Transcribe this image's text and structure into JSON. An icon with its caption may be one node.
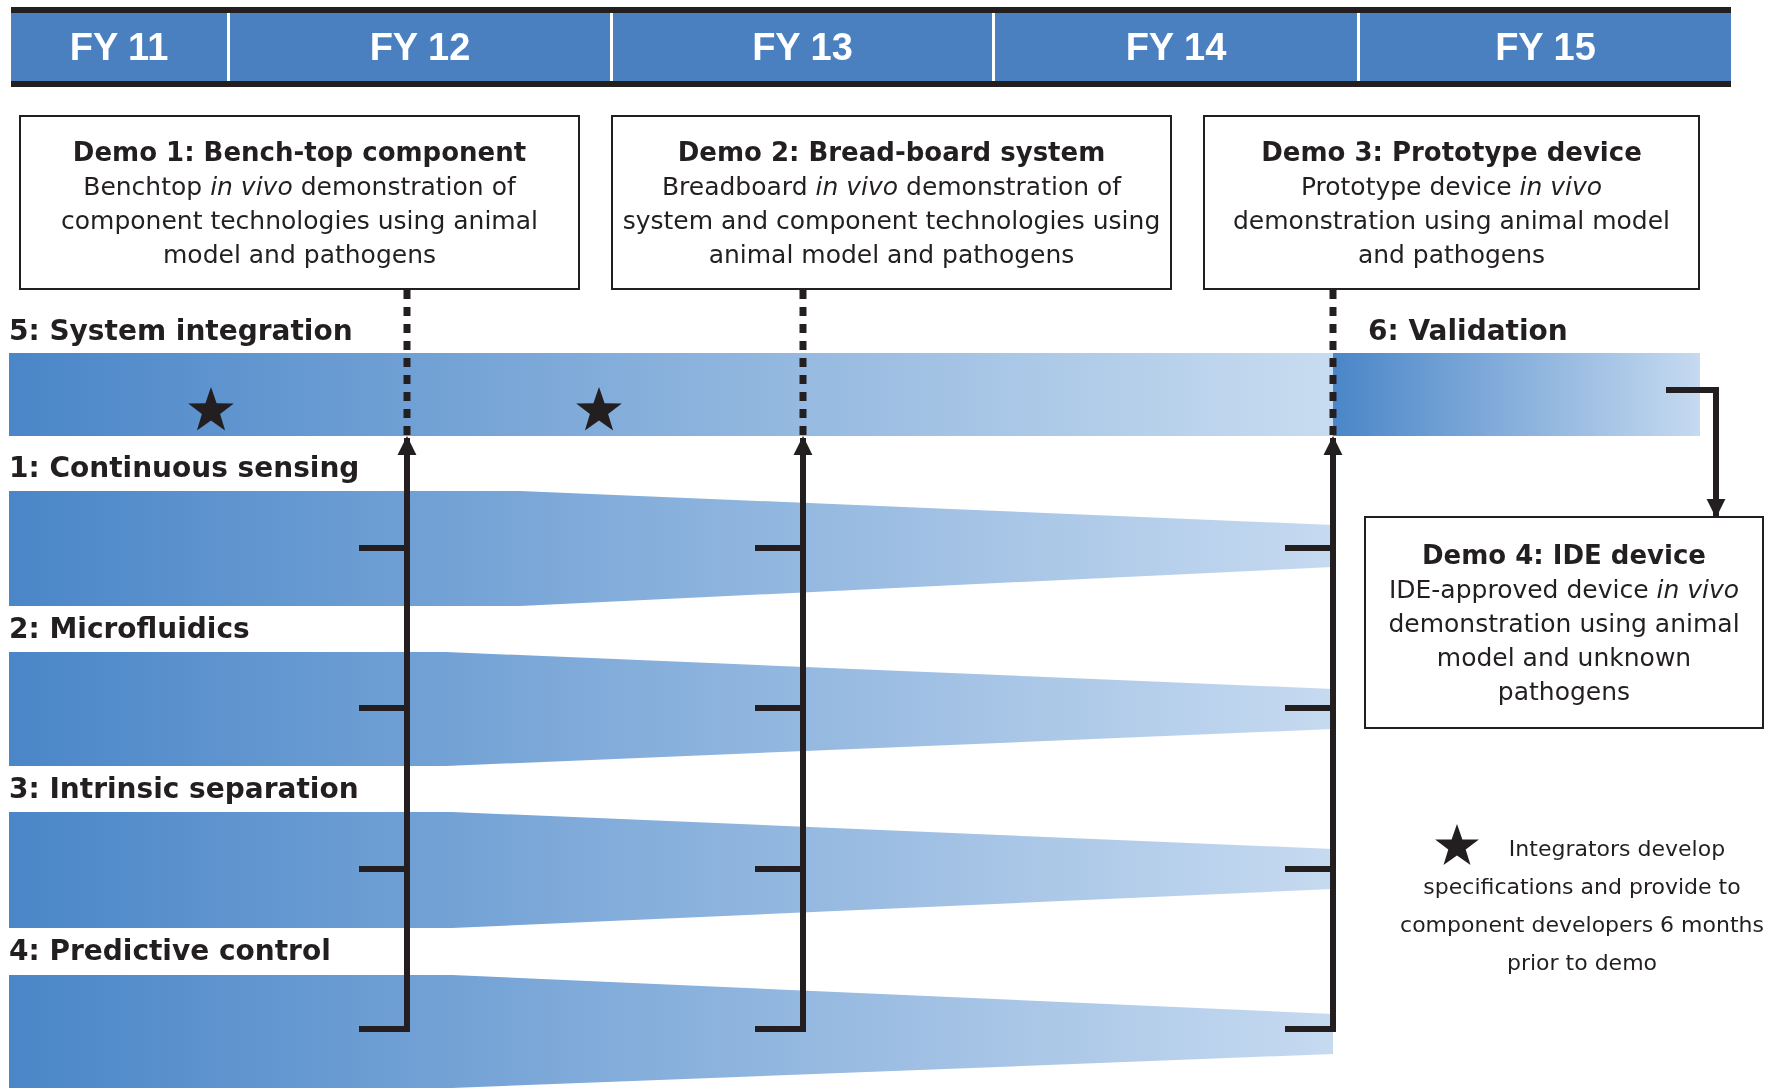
{
  "diagram": {
    "nodes": [
      {
        "text": [
          "FY 11"
        ]
      },
      {
        "text": [
          "FY 12"
        ]
      },
      {
        "text": [
          "FY 13"
        ]
      },
      {
        "text": [
          "FY 14"
        ]
      },
      {
        "text": [
          "FY 15"
        ]
      },
      {
        "text": [
          "Demo 1: Bench-top component",
          "Benchtop *in vivo* demonstration of component technologies using animal model and pathogens"
        ]
      },
      {
        "text": [
          "Demo 2: Bread-board system",
          "Breadboard *in vivo* demonstration of system and component technologies using animal model and pathogens"
        ]
      },
      {
        "text": [
          "Demo 3: Prototype device",
          "Prototype device *in vivo* demonstration using animal model and pathogens"
        ]
      },
      {
        "text": [
          "5: System integration"
        ]
      },
      {
        "text": [
          "6: Validation"
        ]
      },
      {
        "text": [
          "1: Continuous sensing"
        ]
      },
      {
        "text": [
          "2: Microfluidics"
        ]
      },
      {
        "text": [
          "3: Intrinsic separation"
        ]
      },
      {
        "text": [
          "4: Predictive control"
        ]
      },
      {
        "text": [
          "Demo 4: IDE device",
          "IDE-approved device *in vivo* demonstration using animal model and unknown pathogens"
        ]
      }
    ],
    "edges": [
      {
        "from": 5,
        "to": 8,
        "arrow": "none",
        "style": "dashed"
      },
      {
        "from": 6,
        "to": 8,
        "arrow": "none",
        "style": "dashed"
      },
      {
        "from": 7,
        "to": 8,
        "arrow": "none",
        "style": "dashed"
      },
      {
        "from": 10,
        "to": 8,
        "arrow": "to"
      },
      {
        "from": 11,
        "to": 8,
        "arrow": "to"
      },
      {
        "from": 12,
        "to": 8,
        "arrow": "to"
      },
      {
        "from": 13,
        "to": 8,
        "arrow": "to"
      },
      {
        "from": 10,
        "to": 8,
        "arrow": "to"
      },
      {
        "from": 11,
        "to": 8,
        "arrow": "to"
      },
      {
        "from": 12,
        "to": 8,
        "arrow": "to"
      },
      {
        "from": 13,
        "to": 8,
        "arrow": "to"
      },
      {
        "from": 10,
        "to": 8,
        "arrow": "to"
      },
      {
        "from": 11,
        "to": 8,
        "arrow": "to"
      },
      {
        "from": 12,
        "to": 8,
        "arrow": "to"
      },
      {
        "from": 13,
        "to": 8,
        "arrow": "to"
      },
      {
        "from": 9,
        "to": 14,
        "arrow": "to"
      }
    ],
    "legend": [
      {
        "text": "Integrators develop specifications and provide to component developers 6 months prior to demo"
      }
    ]
  }
}
